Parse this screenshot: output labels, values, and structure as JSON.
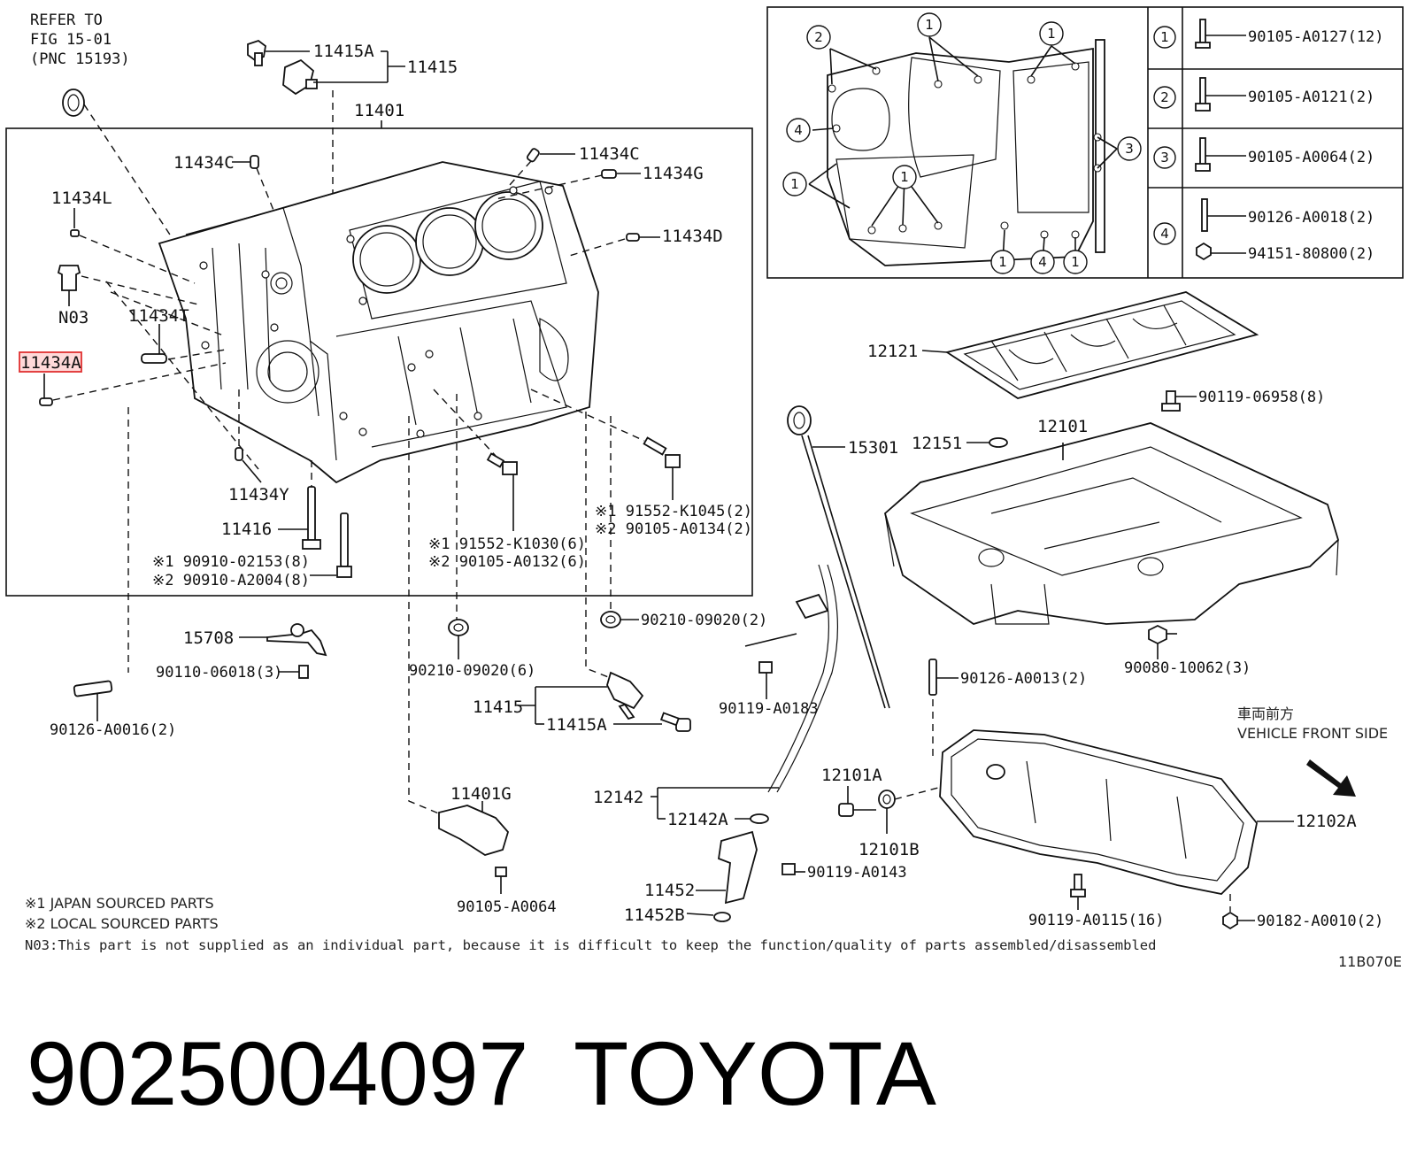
{
  "ref_note": [
    "REFER TO",
    "FIG 15-01",
    "(PNC 15193)"
  ],
  "group_label": "11401",
  "labels": {
    "p11415A_top": "11415A",
    "p11415_top": "11415",
    "p11434C_left": "11434C",
    "p11434C_right": "11434C",
    "p11434G": "11434G",
    "p11434L": "11434L",
    "p11434D": "11434D",
    "pN03": "N03",
    "p11434T": "11434T",
    "p11434A": "11434A",
    "p11434Y": "11434Y",
    "p11416": "11416",
    "b1a": "※1 90910-02153(8)",
    "b1b": "※2 90910-A2004(8)",
    "b2a": "※1 91552-K1030(6)",
    "b2b": "※2 90105-A0132(6)",
    "b3a": "※1 91552-K1045(2)",
    "b3b": "※2 90105-A0134(2)",
    "p15708": "15708",
    "p90110": "90110-06018(3)",
    "p90126_16": "90126-A0016(2)",
    "p90210_a": "90210-09020(6)",
    "p90210_b": "90210-09020(2)",
    "p11415_bot": "11415",
    "p11415A_bot": "11415A",
    "p11401G": "11401G",
    "p90105_64": "90105-A0064",
    "p15301": "15301",
    "p90119_183": "90119-A0183",
    "p12142": "12142",
    "p12142A": "12142A",
    "p11452": "11452",
    "p11452B": "11452B",
    "p90119_143": "90119-A0143",
    "p12121": "12121",
    "p90119_069": "90119-06958(8)",
    "p12151": "12151",
    "p12101": "12101",
    "p90080": "90080-10062(3)",
    "p90126_13": "90126-A0013(2)",
    "p12101A": "12101A",
    "p12101B": "12101B",
    "p12102A": "12102A",
    "p90119_115": "90119-A0115(16)",
    "p90182": "90182-A0010(2)"
  },
  "vehicle_front": {
    "jp": "車両前方",
    "en": "VEHICLE FRONT SIDE"
  },
  "legend_table": [
    {
      "num": "1",
      "parts": [
        "90105-A0127(12)"
      ]
    },
    {
      "num": "2",
      "parts": [
        "90105-A0121(2)"
      ]
    },
    {
      "num": "3",
      "parts": [
        "90105-A0064(2)"
      ]
    },
    {
      "num": "4",
      "parts": [
        "90126-A0018(2)",
        "94151-80800(2)"
      ]
    }
  ],
  "inset_callouts": [
    "2",
    "1",
    "1",
    "4",
    "1",
    "1",
    "3",
    "1",
    "4",
    "1"
  ],
  "footnotes": [
    "※1 JAPAN SOURCED PARTS",
    "※2 LOCAL SOURCED PARTS",
    "N03:This part is not supplied as an individual part, because it is difficult to keep the function/quality of parts assembled/disassembled"
  ],
  "figure_code": "11B070E",
  "caption": {
    "part_number": "9025004097",
    "brand": "TOYOTA"
  },
  "colors": {
    "highlight_fill": "#ffd9d9",
    "highlight_stroke": "#e03030"
  }
}
